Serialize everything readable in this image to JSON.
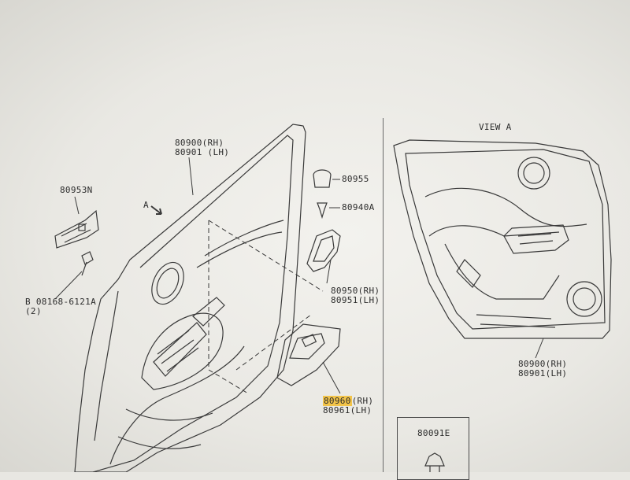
{
  "labels": {
    "door_main": {
      "rh": "80900(RH)",
      "lh": "80901 (LH)"
    },
    "bracket": "80953N",
    "bolt": {
      "part": "B 08168-6121A",
      "qty": "(2)"
    },
    "arrow_a": "A",
    "cap": "80955",
    "clip": "80940A",
    "handle": {
      "rh": "80950(RH)",
      "lh": "80951(LH)"
    },
    "switch_bezel": {
      "rh_highlighted": "80960",
      "rh_suffix": "(RH)",
      "lh": "80961(LH)"
    },
    "view_title": "VIEW A",
    "view_door": {
      "rh": "80900(RH)",
      "lh": "80901(LH)"
    },
    "fastener_box": "80091E"
  },
  "colors": {
    "line": "#3a3a3a",
    "highlight": "#f2c44a",
    "paper": "#f0efeb"
  }
}
